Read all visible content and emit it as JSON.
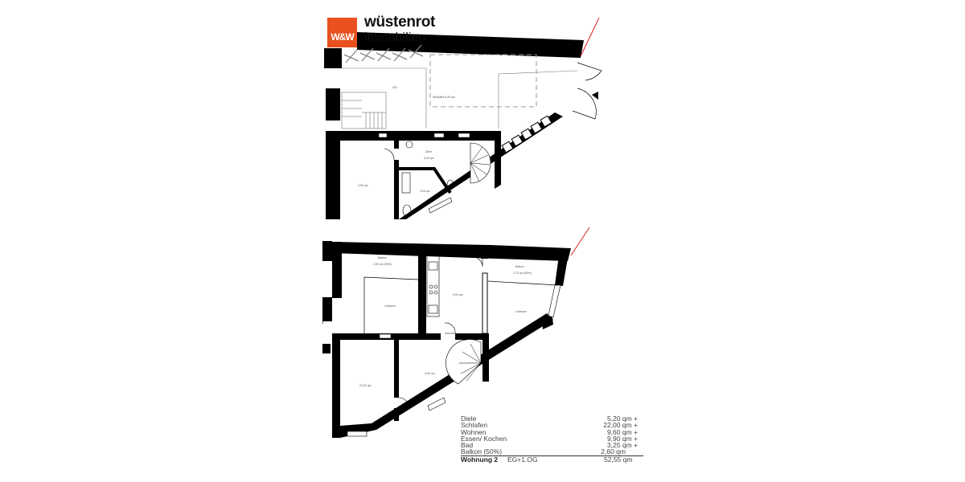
{
  "brand": {
    "mark": "W&W",
    "name": "wüstenrot",
    "sub": "immobilien",
    "color": "#e8501e"
  },
  "plan": {
    "ground_floor": {
      "labels": {
        "storage": "4,90 qm",
        "diele": "Diele",
        "diele_area": "5,20 qm",
        "bad": "3,25 qm",
        "area_422": "422",
        "dashed_area": "Stellplatz 8,25 qm"
      }
    },
    "upper_floor": {
      "labels": {
        "balkon_left": "Balkon",
        "balkon_left_area": "2,50 qm (50%)",
        "luftraum_left": "Luftraum",
        "kochen": "9,90 qm",
        "balkon_right": "Balkon",
        "balkon_right_area": "2,70 qm (50%)",
        "luftraum_right": "Luftraum",
        "schlafen": "22,00 qm",
        "wohnen": "9,60 qm"
      }
    }
  },
  "area_table": {
    "rows": [
      {
        "label": "Diele",
        "value": "5,20 qm +"
      },
      {
        "label": "Schlafen",
        "value": "22,00 qm +"
      },
      {
        "label": "Wohnen",
        "value": "9,60 qm +"
      },
      {
        "label": "Essen/ Kochen",
        "value": "9,90 qm +"
      },
      {
        "label": "Bad",
        "value": "3,25 qm +"
      },
      {
        "label": "Balkon (50%)",
        "value": "2,60 qm"
      }
    ],
    "total": {
      "name": "Wohnung 2",
      "floors": "EG+1.OG",
      "sum": "52,55 qm"
    }
  }
}
